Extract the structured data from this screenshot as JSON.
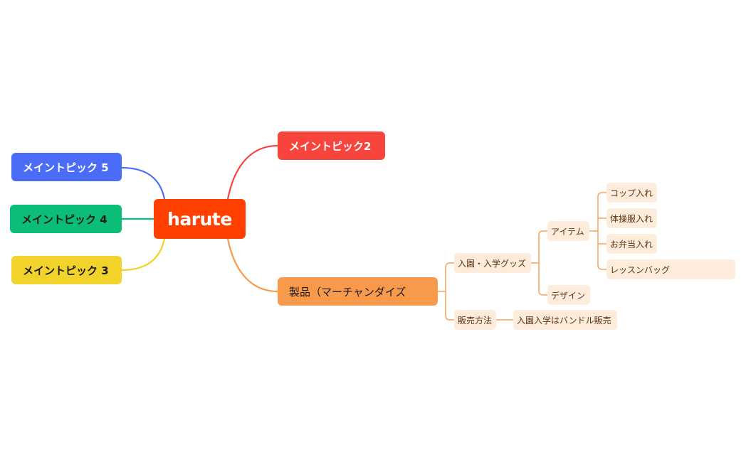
{
  "central": {
    "label": "harute"
  },
  "main_topics": {
    "topic5": "メイントピック 5",
    "topic4": "メイントピック 4",
    "topic3": "メイントピック 3",
    "topic2": "メイントピック2",
    "merch": "製品（マーチャンダイズ"
  },
  "merch_branch": {
    "nyuen": "入園・入学グッズ",
    "item": "アイテム",
    "items": [
      "コップ入れ",
      "体操服入れ",
      "お弁当入れ",
      "レッスンバッグ"
    ],
    "design": "デザイン",
    "sales": "販売方法",
    "bundle": "入園入学はバンドル販売"
  },
  "colors": {
    "central": "#ff4000",
    "topic5": "#4a6cf7",
    "topic4": "#0cbd78",
    "topic3": "#f2d32b",
    "topic2": "#f7443d",
    "merch": "#f89a4c",
    "sub_fill": "#fdecdc"
  }
}
